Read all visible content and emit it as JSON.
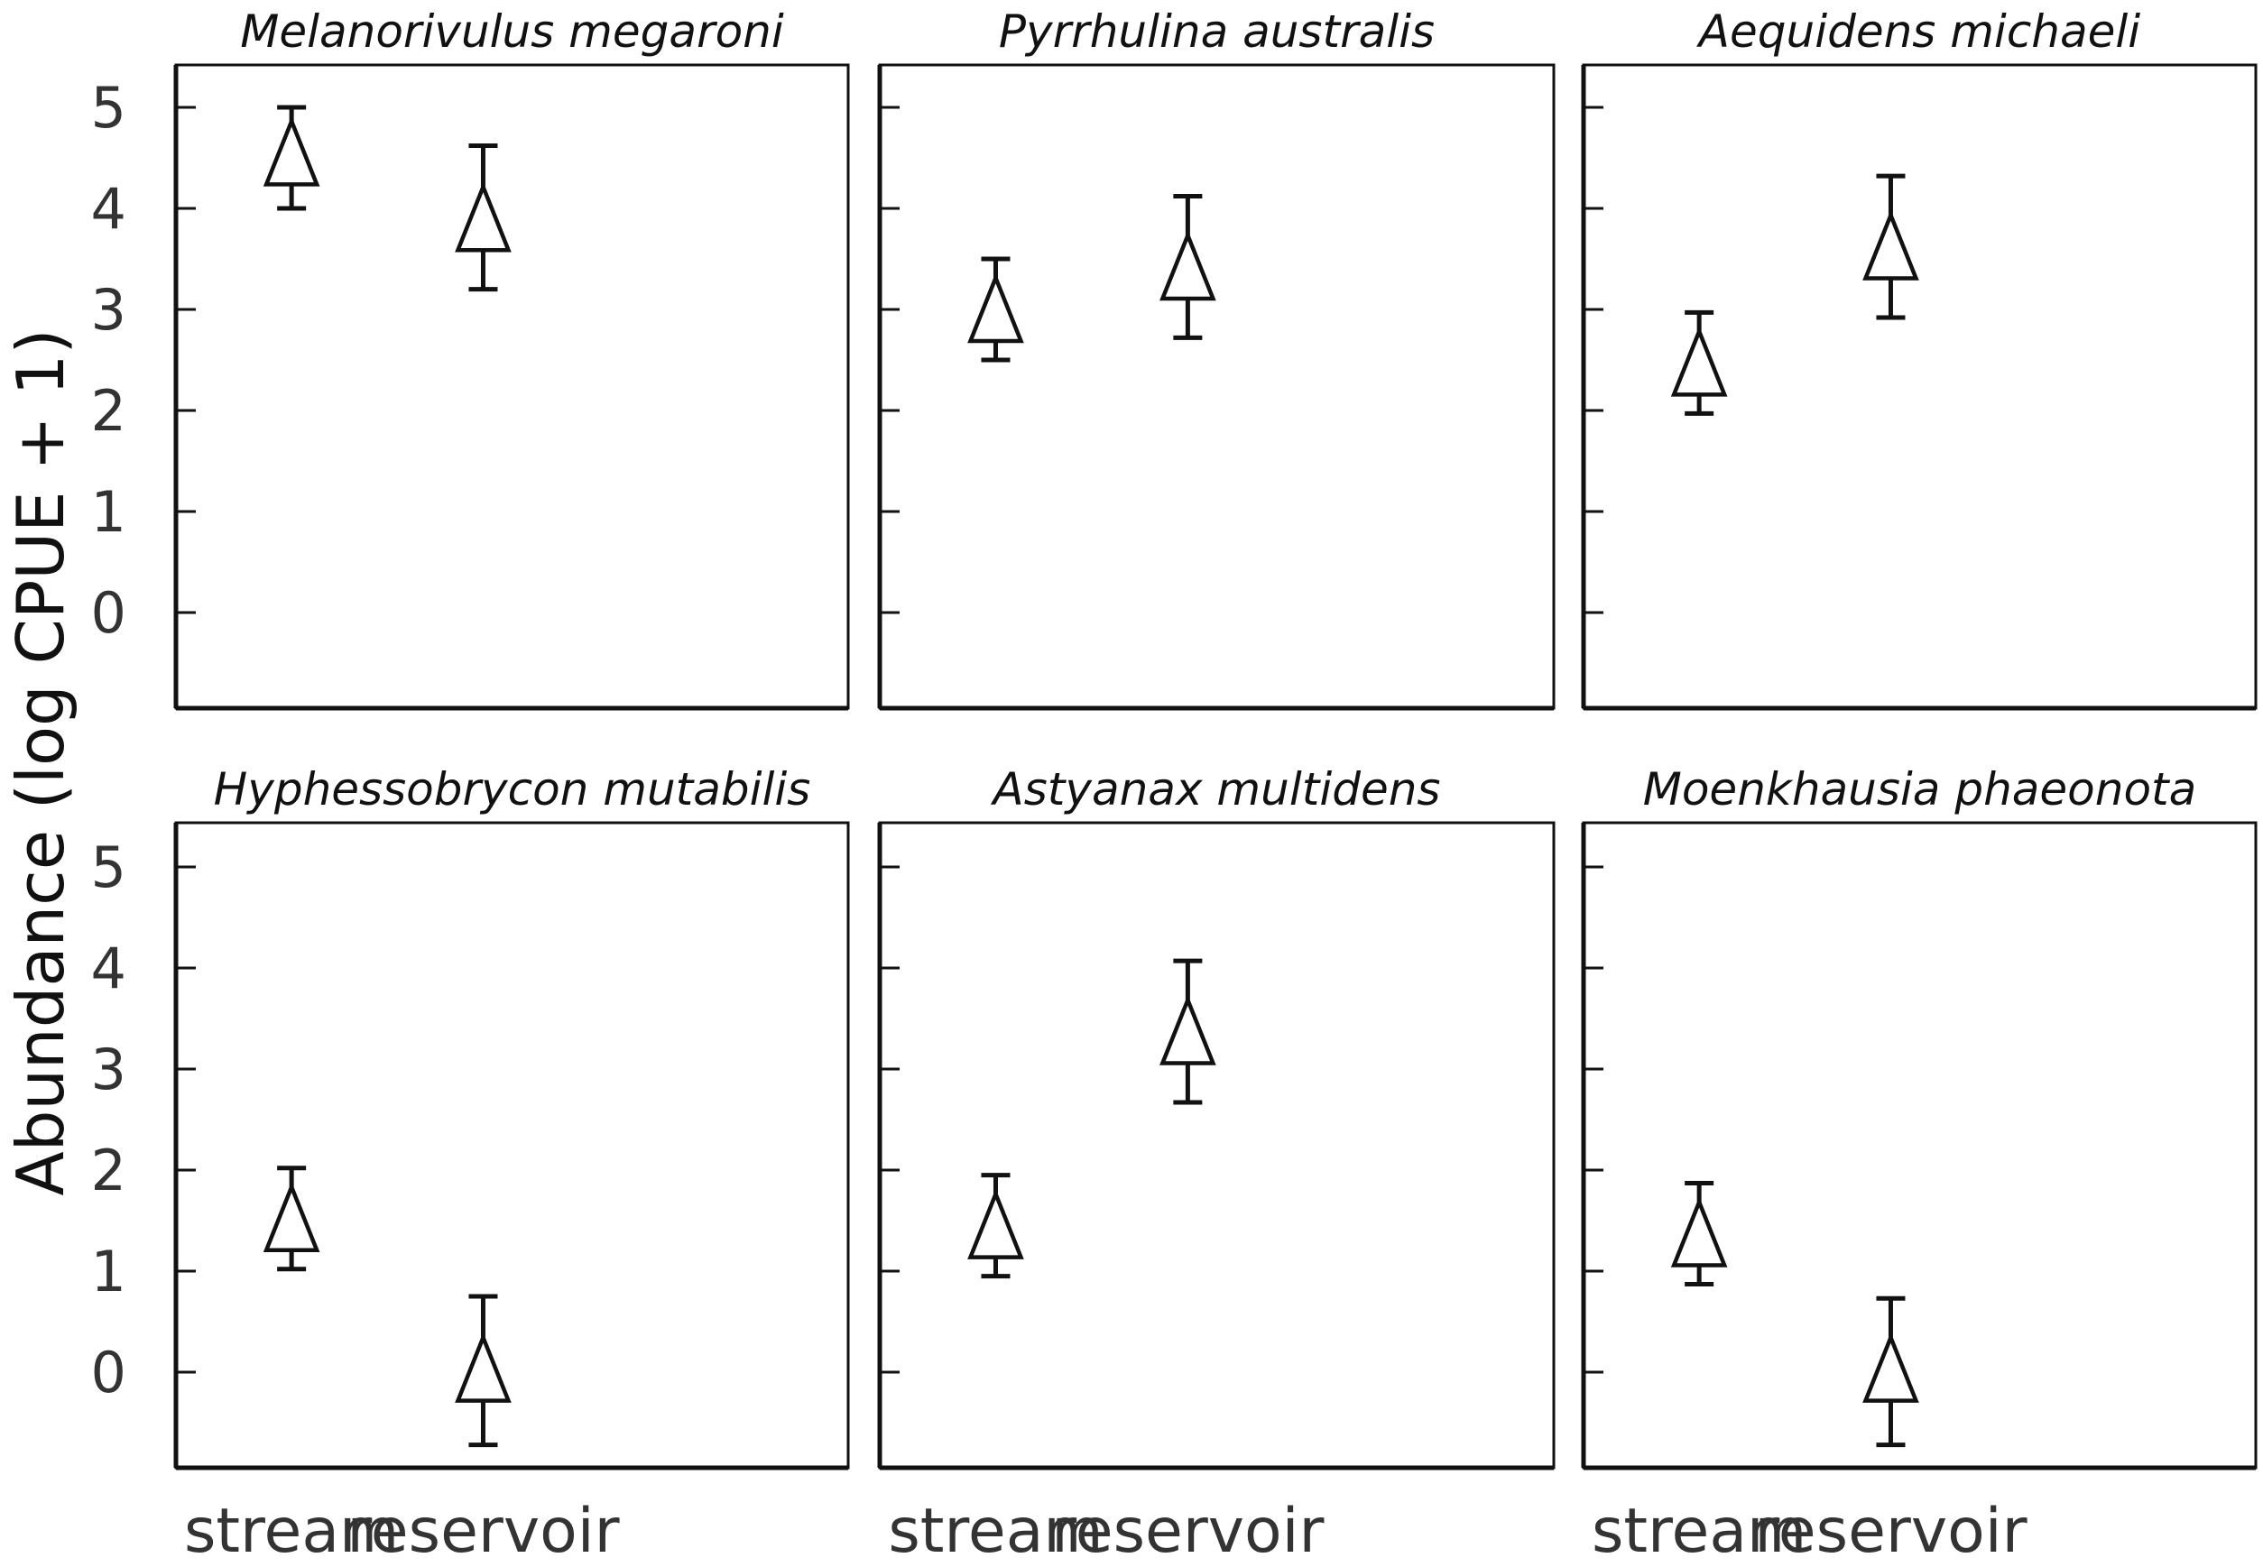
{
  "chart_data": {
    "type": "scatter",
    "ylabel": "Abundance (log CPUE + 1)",
    "xlabel": "",
    "categories": [
      "stream",
      "reservoir"
    ],
    "yticks": [
      0,
      1,
      2,
      3,
      4,
      5
    ],
    "ylim": [
      -0.95,
      5.4
    ],
    "marker": "open-triangle",
    "error_bars": true,
    "panels": [
      {
        "title": "Melanorivulus megaroni",
        "points": [
          {
            "category": "stream",
            "mean": 4.55,
            "lower": 4.0,
            "upper": 5.0
          },
          {
            "category": "reservoir",
            "mean": 3.9,
            "lower": 3.2,
            "upper": 4.62
          }
        ]
      },
      {
        "title": "Pyrrhulina australis",
        "points": [
          {
            "category": "stream",
            "mean": 3.0,
            "lower": 2.5,
            "upper": 3.5
          },
          {
            "category": "reservoir",
            "mean": 3.42,
            "lower": 2.72,
            "upper": 4.12
          }
        ]
      },
      {
        "title": "Aequidens michaeli",
        "points": [
          {
            "category": "stream",
            "mean": 2.47,
            "lower": 1.97,
            "upper": 2.97
          },
          {
            "category": "reservoir",
            "mean": 3.62,
            "lower": 2.92,
            "upper": 4.32
          }
        ]
      },
      {
        "title": "Hyphessobrycon mutabilis",
        "points": [
          {
            "category": "stream",
            "mean": 1.52,
            "lower": 1.02,
            "upper": 2.02
          },
          {
            "category": "reservoir",
            "mean": 0.03,
            "lower": -0.72,
            "upper": 0.75
          }
        ]
      },
      {
        "title": "Astyanax multidens",
        "points": [
          {
            "category": "stream",
            "mean": 1.45,
            "lower": 0.95,
            "upper": 1.95
          },
          {
            "category": "reservoir",
            "mean": 3.37,
            "lower": 2.67,
            "upper": 4.07
          }
        ]
      },
      {
        "title": "Moenkhausia phaeonota",
        "points": [
          {
            "category": "stream",
            "mean": 1.37,
            "lower": 0.87,
            "upper": 1.87
          },
          {
            "category": "reservoir",
            "mean": 0.03,
            "lower": -0.72,
            "upper": 0.73
          }
        ]
      }
    ]
  }
}
